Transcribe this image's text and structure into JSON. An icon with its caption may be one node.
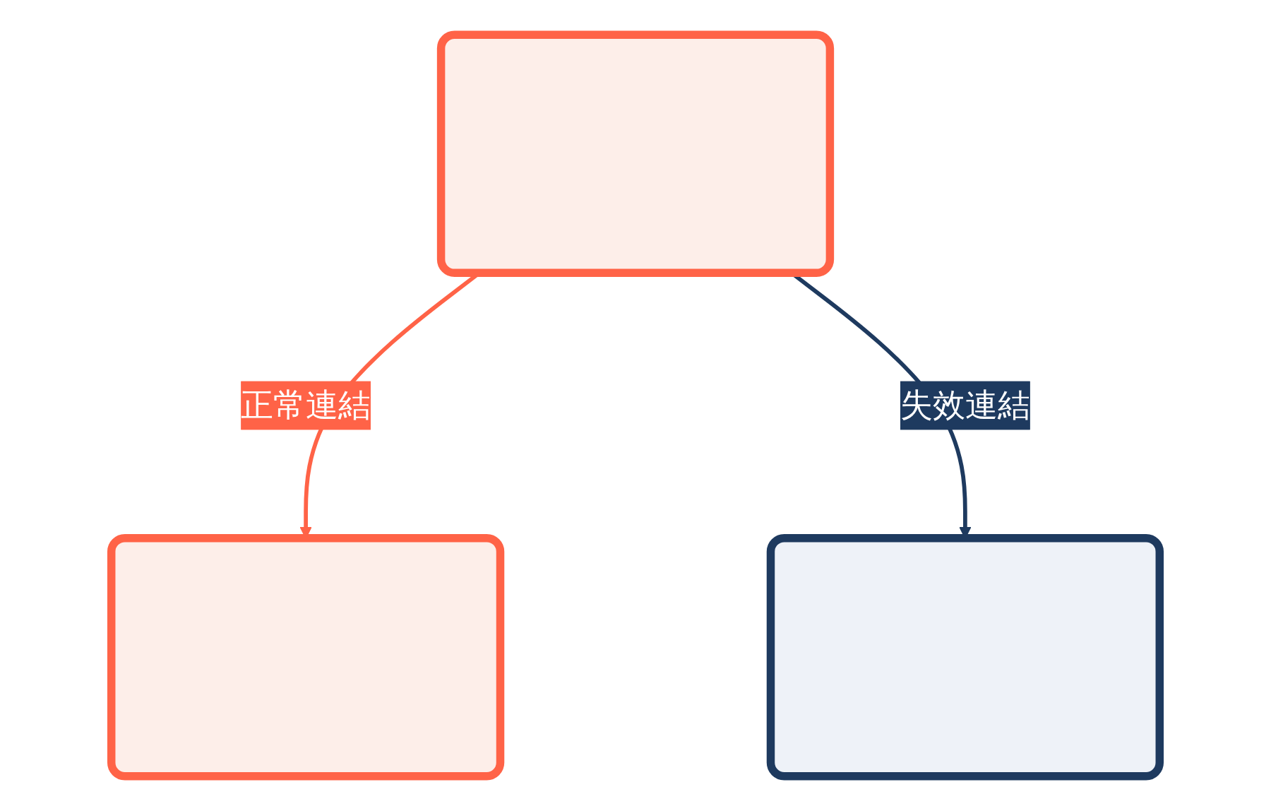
{
  "diagram": {
    "nodes": [
      {
        "text": [],
        "shape": "box"
      },
      {
        "text": [],
        "shape": "box"
      },
      {
        "text": [],
        "shape": "box"
      }
    ],
    "edges": [
      {
        "from": 0,
        "to": 1,
        "arrow": "to",
        "label": "正常連結",
        "color": "#ff6347"
      },
      {
        "from": 0,
        "to": 2,
        "arrow": "to",
        "label": "失效連結",
        "color": "#1e3a5f"
      }
    ]
  }
}
